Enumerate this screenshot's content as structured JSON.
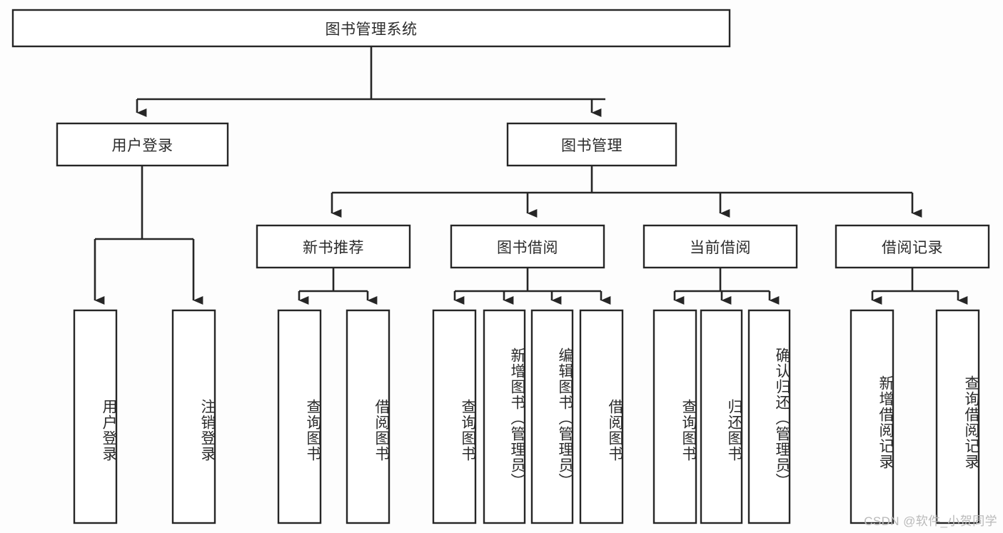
{
  "diagram": {
    "type": "tree-hierarchy",
    "title": "图书管理系统",
    "watermark": "CSDN @软件_小贺同学",
    "colors": {
      "background": "#fdfdfd",
      "box_fill": "#ffffff",
      "box_stroke": "#262626",
      "text": "#2b2b2b",
      "watermark": "#b9b9b9"
    },
    "levels": {
      "root": {
        "label": "图书管理系统"
      },
      "level2": [
        {
          "label": "用户登录"
        },
        {
          "label": "图书管理"
        }
      ],
      "level3": [
        {
          "label": "新书推荐"
        },
        {
          "label": "图书借阅"
        },
        {
          "label": "当前借阅"
        },
        {
          "label": "借阅记录"
        }
      ]
    },
    "leaves": {
      "user_login": [
        {
          "label": "用户登录"
        },
        {
          "label": "注销登录"
        }
      ],
      "new_book_recommend": [
        {
          "label": "查询图书"
        },
        {
          "label": "借阅图书"
        }
      ],
      "book_borrow": [
        {
          "label": "查询图书"
        },
        {
          "label": "新增图书（管理员）"
        },
        {
          "label": "编辑图书（管理员）"
        },
        {
          "label": "借阅图书"
        }
      ],
      "current_borrow": [
        {
          "label": "查询图书"
        },
        {
          "label": "归还图书"
        },
        {
          "label": "确认归还（管理员）"
        }
      ],
      "borrow_record": [
        {
          "label": "新增借阅记录"
        },
        {
          "label": "查询借阅记录"
        }
      ]
    }
  }
}
